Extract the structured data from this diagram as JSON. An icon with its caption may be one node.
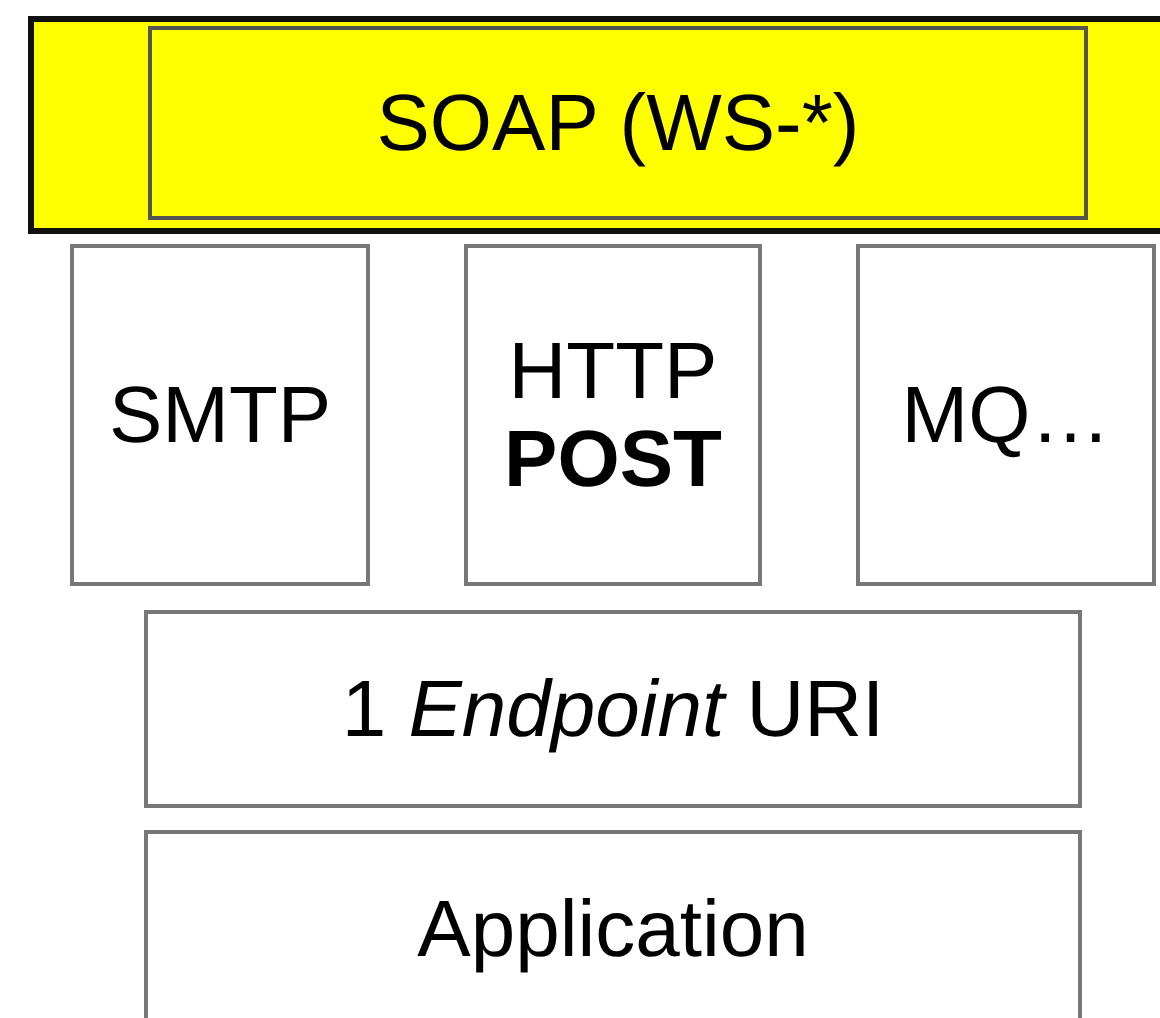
{
  "diagram": {
    "nodes": [
      {
        "text": [],
        "shape": "box"
      },
      {
        "text": [
          "SOAP (WS-*)"
        ],
        "in": 0
      },
      {
        "text": [
          "SMTP"
        ]
      },
      {
        "text": [
          "HTTP **POST**"
        ]
      },
      {
        "text": [
          "MQ…"
        ]
      },
      {
        "text": [
          "1 *Endpoint* URI"
        ]
      },
      {
        "text": [
          "Application"
        ]
      }
    ]
  }
}
